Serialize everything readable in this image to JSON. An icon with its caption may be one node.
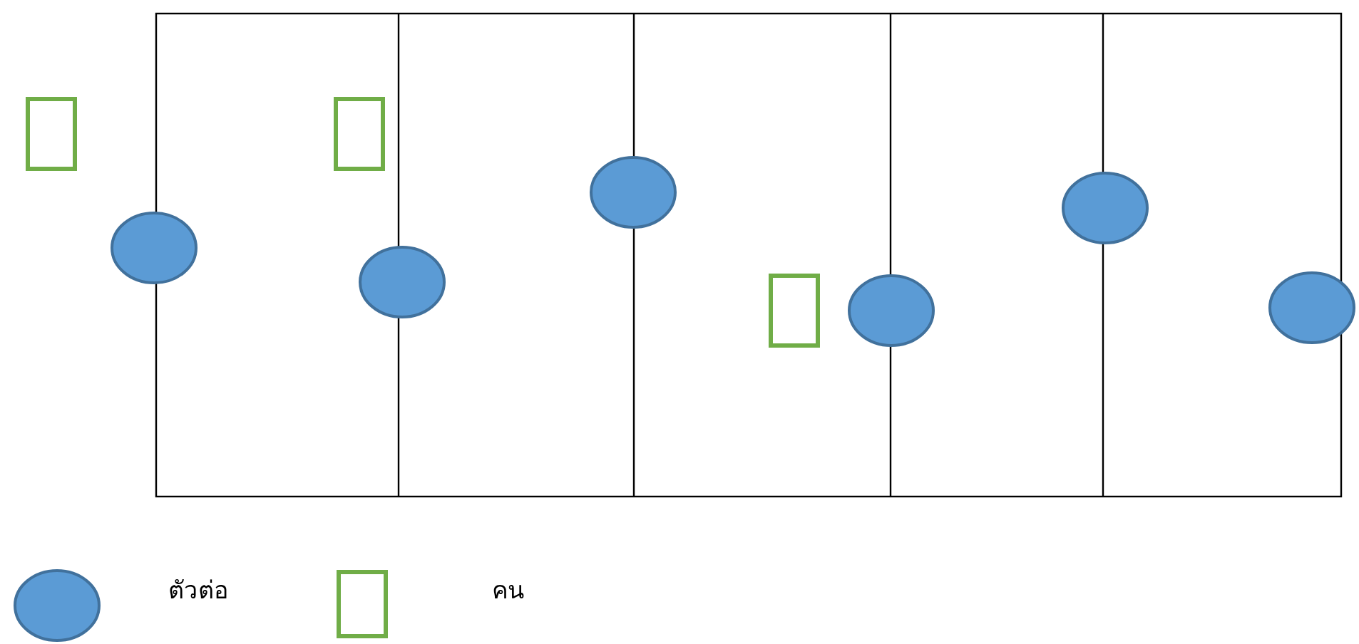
{
  "diagram": {
    "nodes": [
      {
        "text": [],
        "shape": "box"
      },
      {
        "text": [],
        "shape": "circle"
      },
      {
        "text": [],
        "shape": "box"
      },
      {
        "text": [],
        "shape": "circle"
      },
      {
        "text": [],
        "shape": "circle"
      },
      {
        "text": [],
        "shape": "box"
      },
      {
        "text": [],
        "shape": "circle"
      },
      {
        "text": [],
        "shape": "circle"
      },
      {
        "text": [],
        "shape": "circle"
      }
    ],
    "legend": [
      {
        "text": "ตัวต่อ",
        "color": "#5b9bd5"
      },
      {
        "text": "คน"
      }
    ]
  }
}
